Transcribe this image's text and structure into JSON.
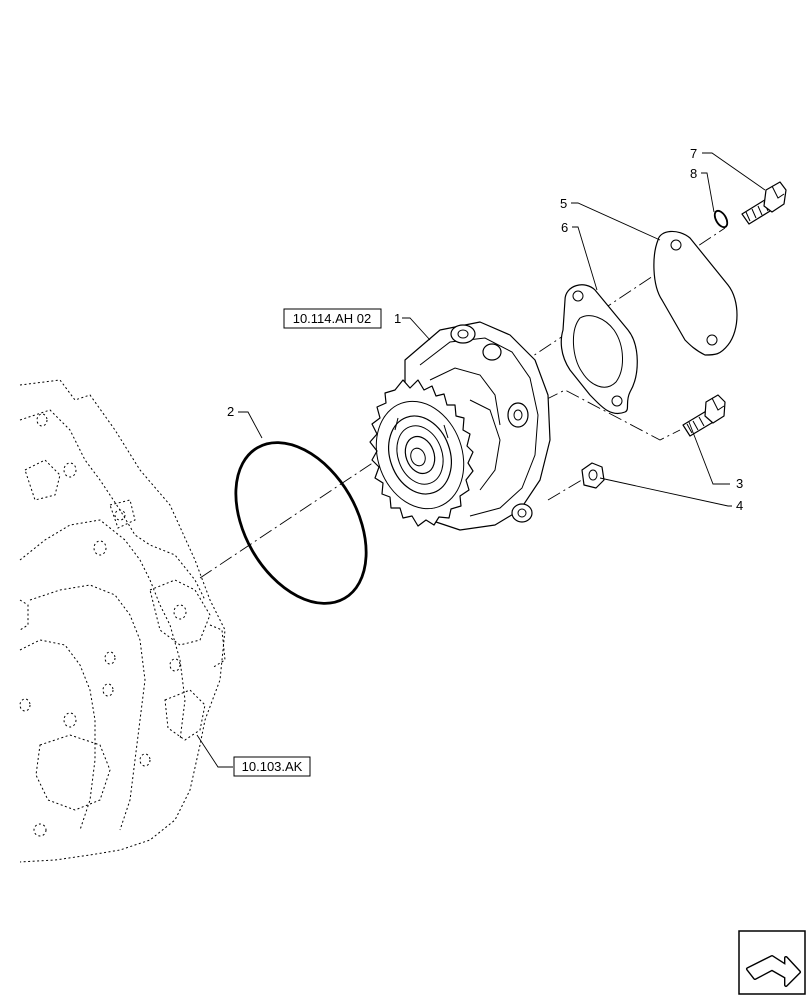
{
  "references": {
    "pump_ref": "10.114.AH 02",
    "housing_ref": "10.103.AK"
  },
  "callouts": {
    "c1": "1",
    "c2": "2",
    "c3": "3",
    "c4": "4",
    "c5": "5",
    "c6": "6",
    "c7": "7",
    "c8": "8"
  },
  "icons": {
    "nav": "next-page-arrow-icon"
  }
}
